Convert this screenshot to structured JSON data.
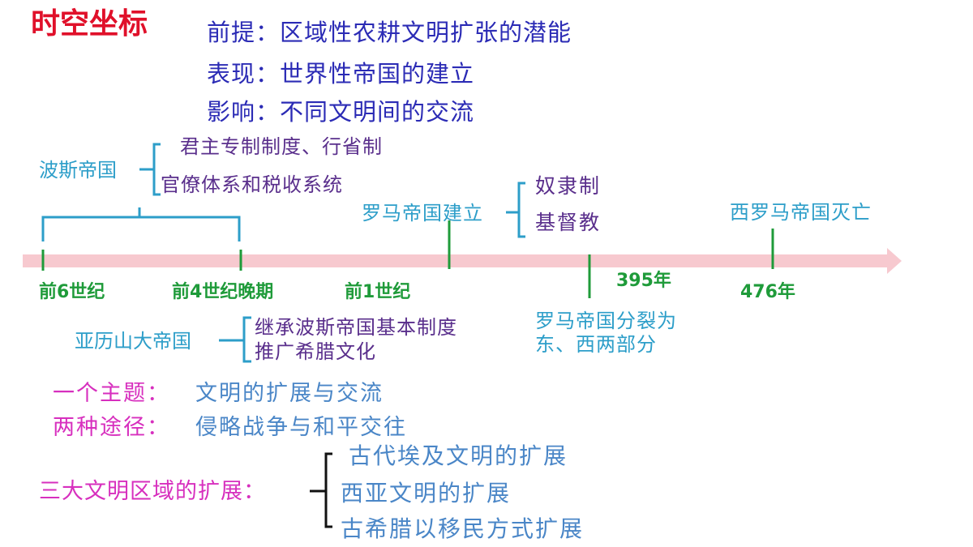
{
  "title": "时空坐标",
  "header": {
    "premise": "前提：区域性农耕文明扩张的潜能",
    "manifestation": "表现：世界性帝国的建立",
    "impact": "影响：不同文明间的交流"
  },
  "persia": {
    "name": "波斯帝国",
    "items": [
      "君主专制制度、行省制",
      "官僚体系和税收系统"
    ]
  },
  "rome": {
    "founded": "罗马帝国建立",
    "items": [
      "奴隶制",
      "基督教"
    ],
    "split": [
      "罗马帝国分裂为",
      "东、西两部分"
    ],
    "west_fall": "西罗马帝国灭亡"
  },
  "alexander": {
    "name": "亚历山大帝国",
    "items": [
      "继承波斯帝国基本制度",
      "推广希腊文化"
    ]
  },
  "timeline": {
    "labels": [
      "前6世纪",
      "前4世纪晚期",
      "前1世纪",
      "395年",
      "476年"
    ]
  },
  "summary": {
    "theme_label": "一个主题：",
    "theme_value": "文明的扩展与交流",
    "ways_label": "两种途径：",
    "ways_value": "侵略战争与和平交往",
    "regions_label": "三大文明区域的扩展：",
    "regions": [
      "古代埃及文明的扩展",
      "西亚文明的扩展",
      "古希腊以移民方式扩展"
    ]
  },
  "colors": {
    "title": "#e0102a",
    "header": "#2b2bb5",
    "purple": "#5a2f8c",
    "cyan": "#2d9ec9",
    "green": "#1f9b3a",
    "magenta": "#d72fbe",
    "steel": "#4a86c7",
    "timeline_arrow": "#f7c9cf"
  }
}
